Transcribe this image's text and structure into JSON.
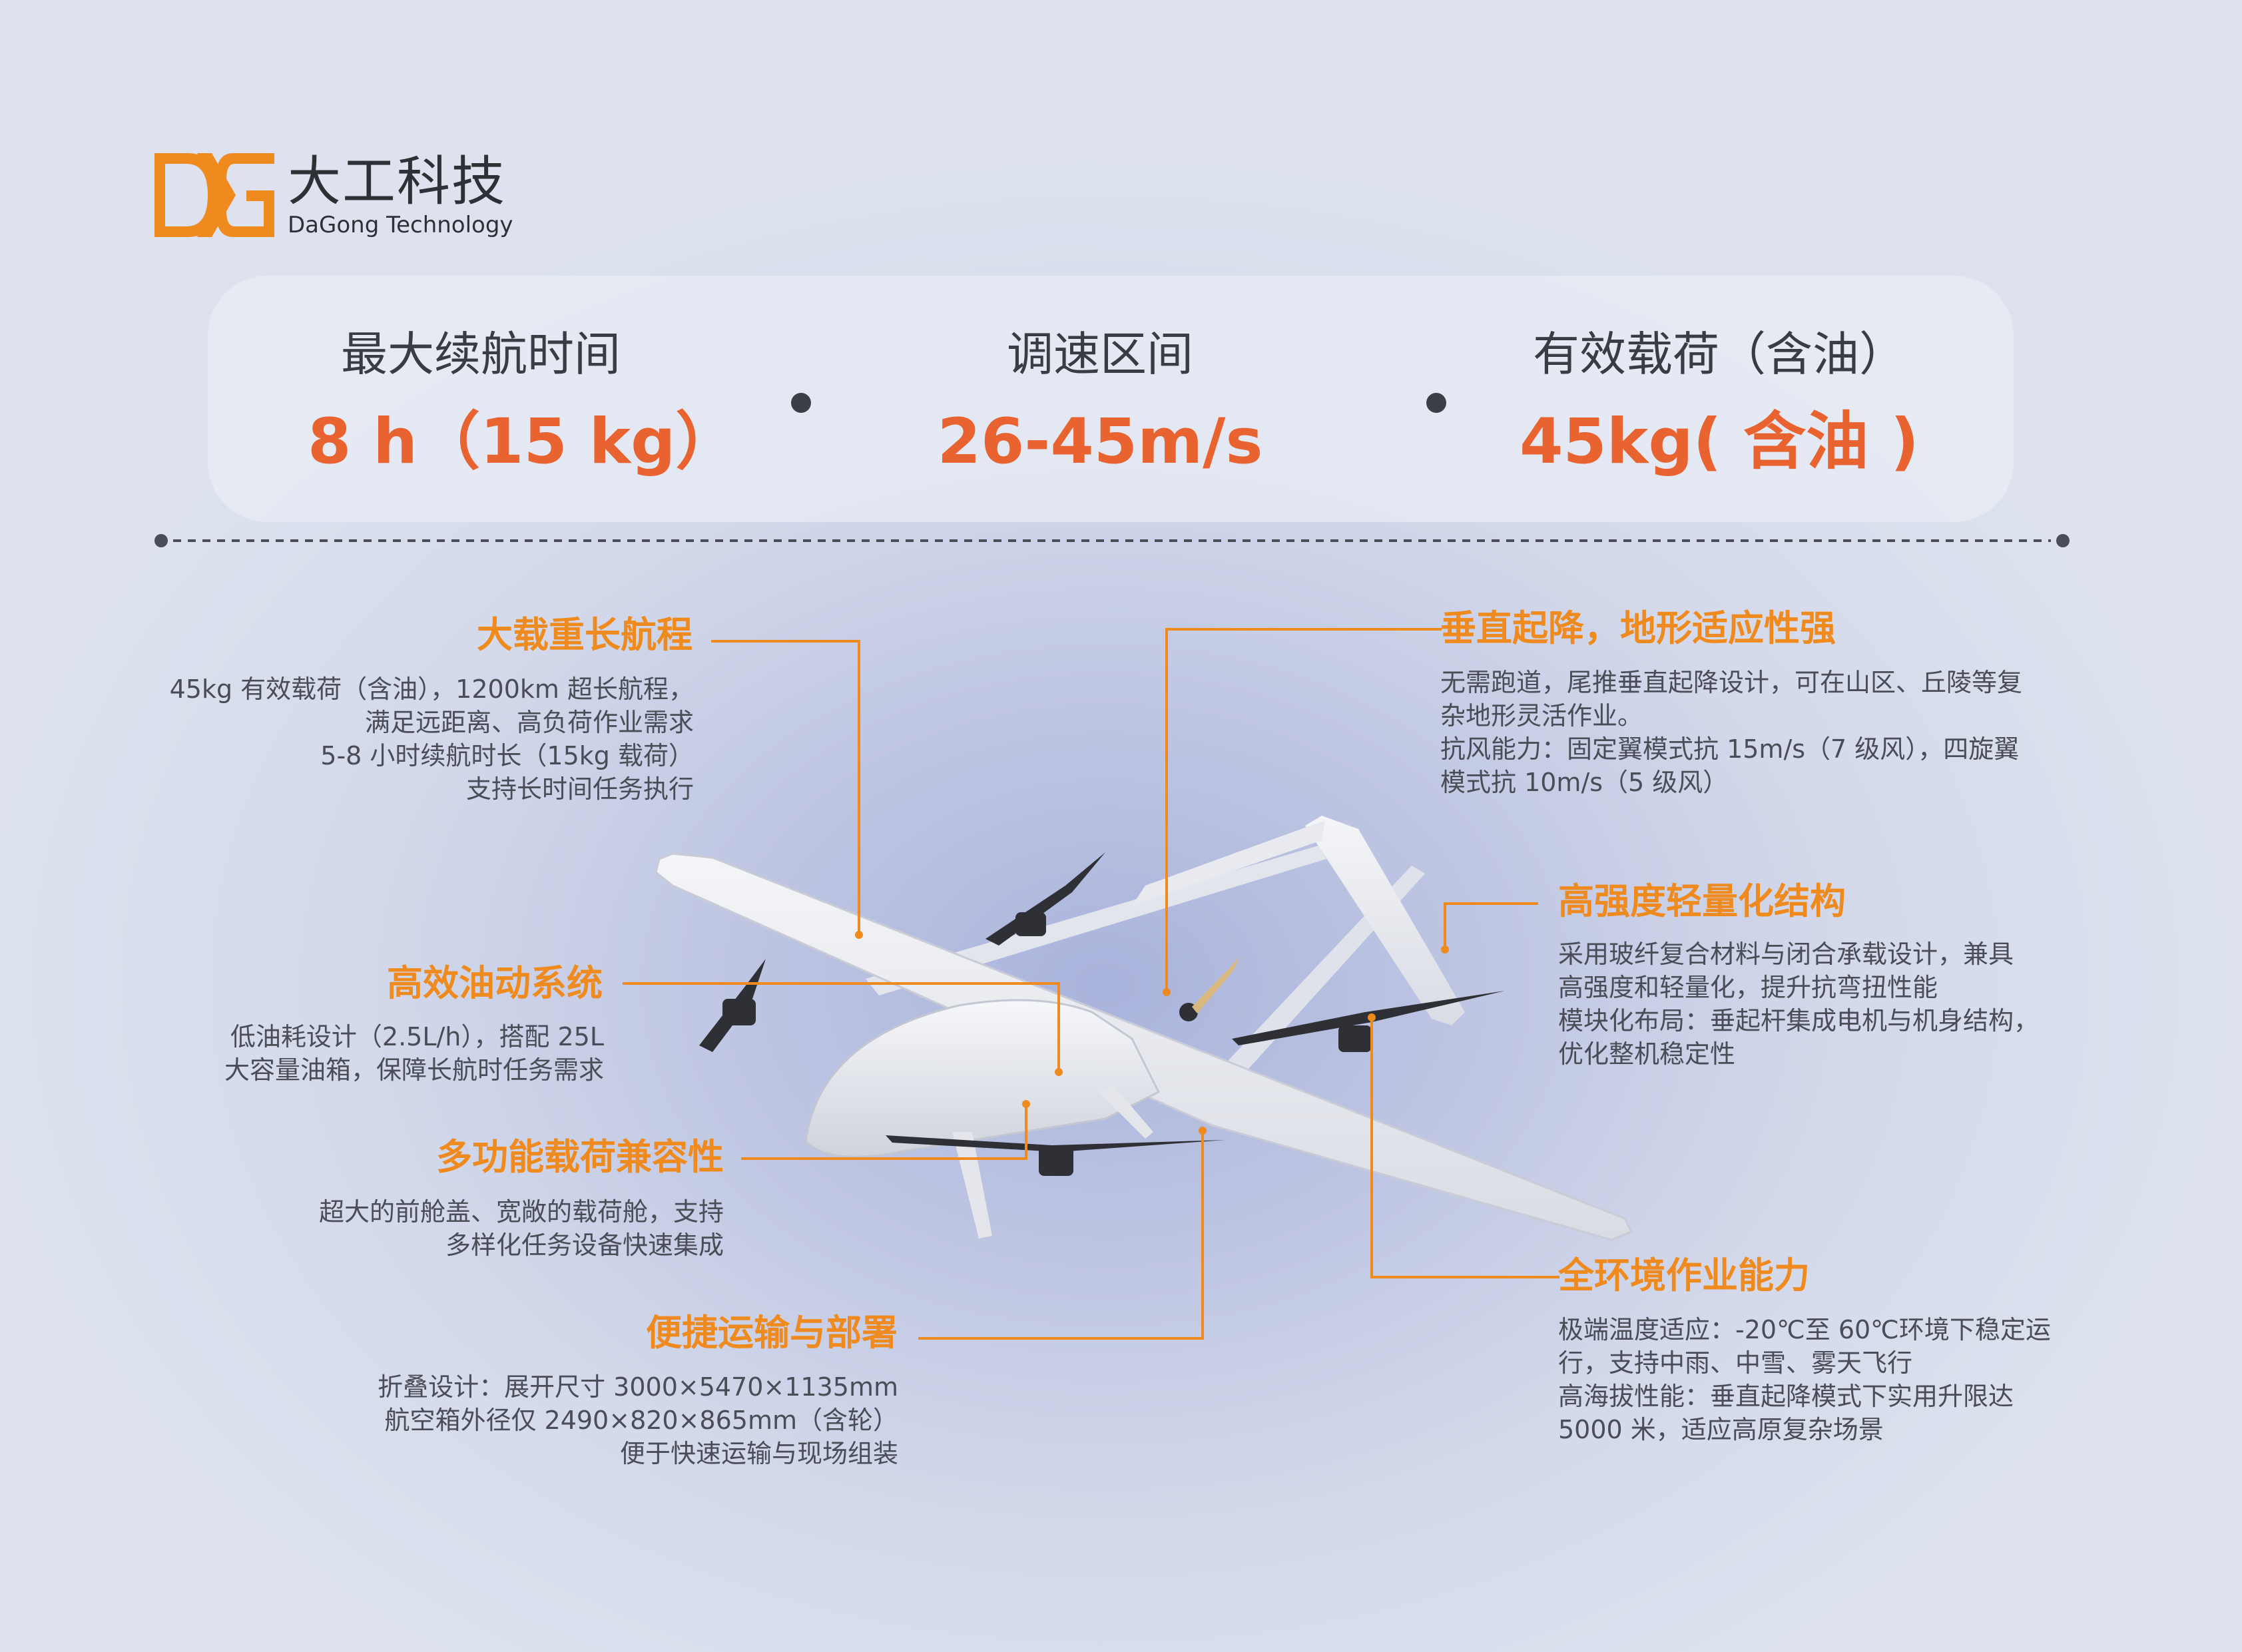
{
  "brand": {
    "name_cn": "大工科技",
    "name_en": "DaGong Technology",
    "colors": {
      "orange": "#ef8a1f",
      "value_orange": "#e8632f"
    }
  },
  "stats": [
    {
      "label": "最大续航时间",
      "value": "8 h（15 kg）"
    },
    {
      "label": "调速区间",
      "value": "26-45m/s"
    },
    {
      "label": "有效载荷（含油）",
      "value": "45kg( 含油 )"
    }
  ],
  "features": {
    "heavy_payload": {
      "title": "大载重长航程",
      "lines": [
        "45kg 有效载荷（含油），1200km 超长航程，",
        "满足远距离、高负荷作业需求",
        "5-8 小时续航时长（15kg 载荷）",
        "支持长时间任务执行"
      ]
    },
    "fuel_system": {
      "title": "高效油动系统",
      "lines": [
        "低油耗设计（2.5L/h），搭配 25L",
        "大容量油箱，保障长航时任务需求"
      ]
    },
    "payload_compat": {
      "title": "多功能载荷兼容性",
      "lines": [
        "超大的前舱盖、宽敞的载荷舱，支持",
        "多样化任务设备快速集成"
      ]
    },
    "transport": {
      "title": "便捷运输与部署",
      "lines": [
        "折叠设计：展开尺寸 3000×5470×1135mm",
        "航空箱外径仅 2490×820×865mm（含轮）",
        "便于快速运输与现场组装"
      ]
    },
    "vtol": {
      "title": "垂直起降，地形适应性强",
      "lines": [
        "无需跑道，尾推垂直起降设计，可在山区、丘陵等复",
        "杂地形灵活作业。",
        "抗风能力：固定翼模式抗 15m/s（7 级风），四旋翼",
        "模式抗 10m/s（5 级风）"
      ]
    },
    "structure": {
      "title": "高强度轻量化结构",
      "lines": [
        "采用玻纤复合材料与闭合承载设计，兼具",
        "高强度和轻量化，提升抗弯扭性能",
        "模块化布局：垂起杆集成电机与机身结构，",
        "优化整机稳定性"
      ]
    },
    "environment": {
      "title": "全环境作业能力",
      "lines": [
        "极端温度适应：-20℃至 60℃环境下稳定运",
        "行，支持中雨、中雪、雾天飞行",
        "高海拔性能：垂直起降模式下实用升限达",
        "5000 米，适应高原复杂场景"
      ]
    }
  }
}
